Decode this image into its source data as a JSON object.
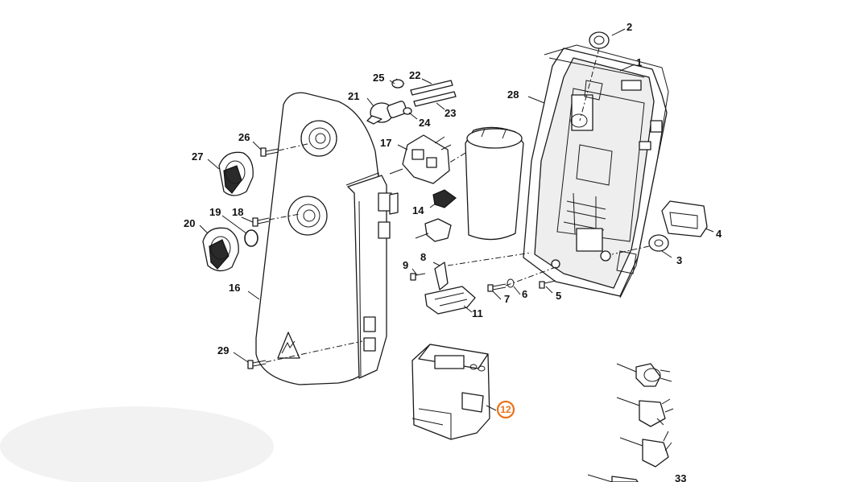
{
  "diagram": {
    "callouts": [
      "1",
      "2",
      "3",
      "4",
      "5",
      "6",
      "7",
      "8",
      "9",
      "11",
      "14",
      "16",
      "17",
      "18",
      "19",
      "20",
      "21",
      "22",
      "23",
      "24",
      "25",
      "26",
      "27",
      "28",
      "29"
    ],
    "highlight": {
      "label": "12",
      "color": "#e8731c"
    },
    "cutoff_label": "33"
  }
}
